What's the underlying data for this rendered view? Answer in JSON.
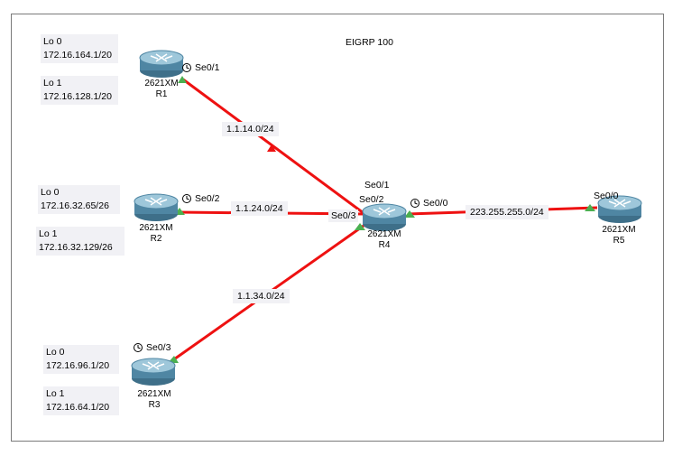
{
  "title": "EIGRP 100",
  "routers": {
    "R1": {
      "model": "2621XM",
      "name": "R1"
    },
    "R2": {
      "model": "2621XM",
      "name": "R2"
    },
    "R3": {
      "model": "2621XM",
      "name": "R3"
    },
    "R4": {
      "model": "2621XM",
      "name": "R4"
    },
    "R5": {
      "model": "2621XM",
      "name": "R5"
    }
  },
  "notes": {
    "r1": {
      "lo0": "Lo 0",
      "lo0_ip": "172.16.164.1/20",
      "lo1": "Lo 1",
      "lo1_ip": "172.16.128.1/20"
    },
    "r2": {
      "lo0": "Lo 0",
      "lo0_ip": "172.16.32.65/26",
      "lo1": "Lo 1",
      "lo1_ip": "172.16.32.129/26"
    },
    "r3": {
      "lo0": "Lo 0",
      "lo0_ip": "172.16.96.1/20",
      "lo1": "Lo 1",
      "lo1_ip": "172.16.64.1/20"
    }
  },
  "links": {
    "r1_r4": {
      "network": "1.1.14.0/24",
      "a_port": "Se0/1",
      "b_port": "Se0/1"
    },
    "r2_r4": {
      "network": "1.1.24.0/24",
      "a_port": "Se0/2",
      "b_port": "Se0/2"
    },
    "r3_r4": {
      "network": "1.1.34.0/24",
      "a_port": "Se0/3",
      "b_port": "Se0/3"
    },
    "r4_r5": {
      "network": "223.255.255.0/24",
      "a_port": "Se0/0",
      "b_port": "Se0/0"
    }
  },
  "colors": {
    "link": "#ee1111",
    "router_body": "#4f86a3",
    "router_top": "#9ec7da",
    "endpoint": "#4caf50"
  }
}
